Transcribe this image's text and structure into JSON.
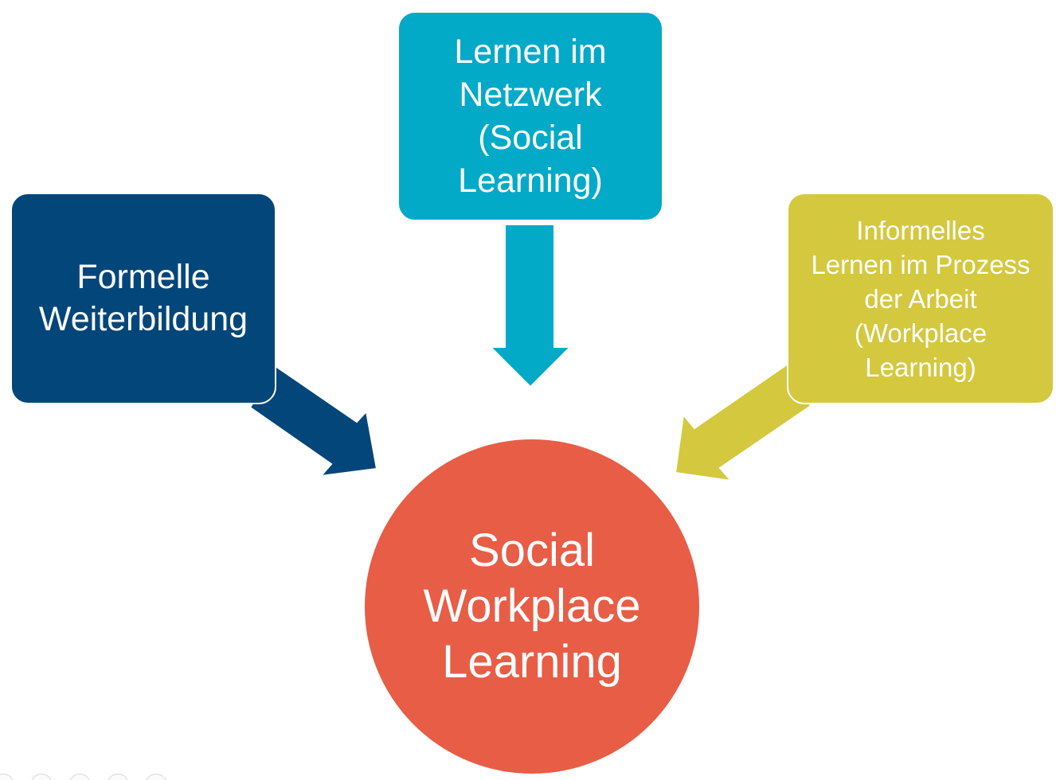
{
  "diagram": {
    "boxes": [
      {
        "id": "formal",
        "text": "Formelle\nWeiterbildung",
        "color": "#03467a"
      },
      {
        "id": "network",
        "text": "Lernen im\nNetzwerk\n(Social\nLearning)",
        "color": "#02aac8"
      },
      {
        "id": "informal",
        "text": "Informelles\nLernen im Prozess\nder Arbeit\n(Workplace\nLearning)",
        "color": "#d4c83f"
      }
    ],
    "center": {
      "text": "Social\nWorkplace\nLearning",
      "color": "#e85d46"
    }
  }
}
